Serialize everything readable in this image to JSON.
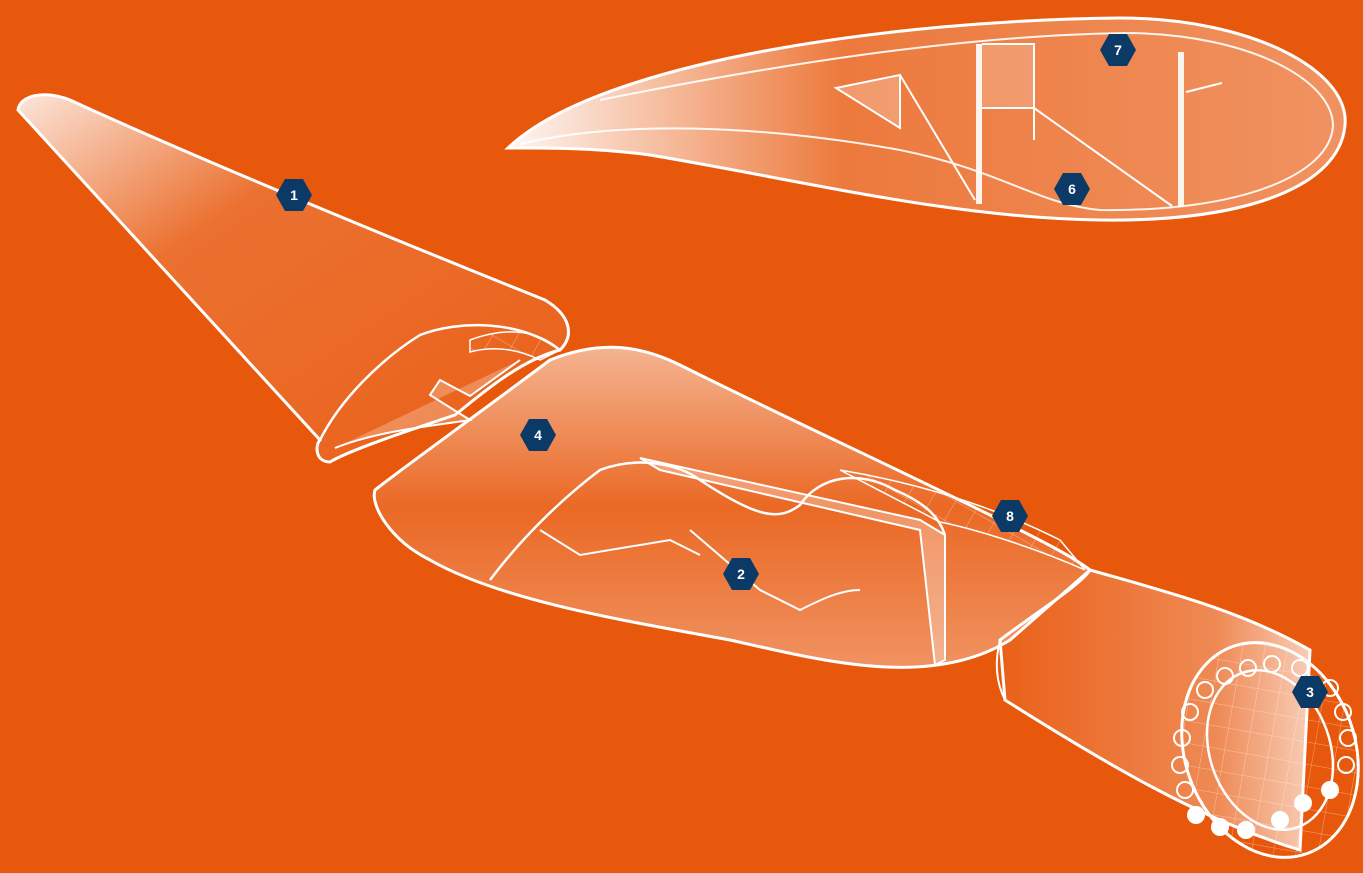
{
  "figure": {
    "description_none": "",
    "colors": {
      "background": "#e8580c",
      "outline": "#ffffff",
      "marker_fill": "#0c3a66",
      "marker_text": "#ffffff"
    },
    "markers": [
      {
        "id": "m1",
        "label": "1"
      },
      {
        "id": "m2",
        "label": "2"
      },
      {
        "id": "m3",
        "label": "3"
      },
      {
        "id": "m4",
        "label": "4"
      },
      {
        "id": "m6",
        "label": "6"
      },
      {
        "id": "m7",
        "label": "7"
      },
      {
        "id": "m8",
        "label": "8"
      }
    ]
  }
}
